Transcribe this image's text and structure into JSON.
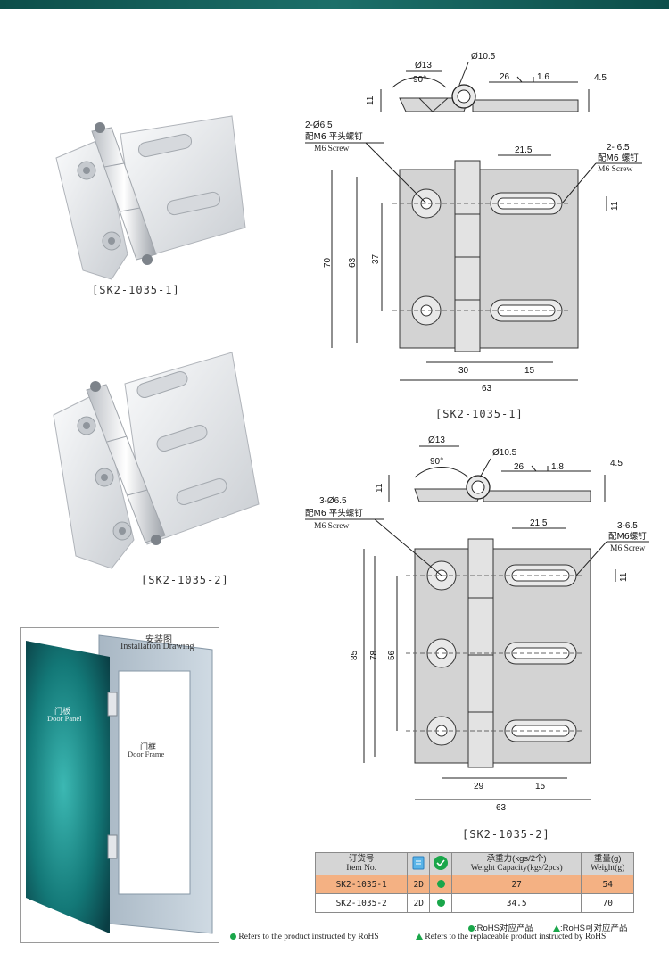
{
  "products": {
    "p1": {
      "caption": "[SK2-1035-1]",
      "drawing_caption": "[SK2-1035-1]"
    },
    "p2": {
      "caption": "[SK2-1035-2]",
      "drawing_caption": "[SK2-1035-2]"
    }
  },
  "drawing1": {
    "d_hole": "Ø13",
    "angle": "90°",
    "d_pin": "Ø10.5",
    "d26": "26",
    "d16": "1.6",
    "d45": "4.5",
    "d11": "11",
    "left_label": {
      "l1": "2-Ø6.5",
      "l2": "配M6 平头螺钉",
      "l3": "M6 Screw"
    },
    "right_label": {
      "l1": "2- 6.5",
      "l2": "配M6 螺钉",
      "l3": "M6 Screw"
    },
    "d215": "21.5",
    "d11b": "11",
    "d70": "70",
    "d63v": "63",
    "d37": "37",
    "d30": "30",
    "d15": "15",
    "d63h": "63"
  },
  "drawing2": {
    "d_hole": "Ø13",
    "angle": "90°",
    "d_pin": "Ø10.5",
    "d26": "26",
    "d18": "1.8",
    "d45": "4.5",
    "d11": "11",
    "left_label": {
      "l1": "3-Ø6.5",
      "l2": "配M6 平头螺钉",
      "l3": "M6 Screw"
    },
    "right_label": {
      "l1": "3-6.5",
      "l2": "配M6螺钉",
      "l3": "M6 Screw"
    },
    "d215": "21.5",
    "d11b": "11",
    "d85": "85",
    "d78": "78",
    "d56": "56",
    "d29": "29",
    "d15": "15",
    "d63h": "63"
  },
  "installation": {
    "title_cn": "安装图",
    "title_en": "Installation Drawing",
    "panel_cn": "门板",
    "panel_en": "Door Panel",
    "frame_cn": "门框",
    "frame_en": "Door Frame"
  },
  "table": {
    "headers": {
      "item_cn": "订货号",
      "item_en": "Item No.",
      "cap_cn": "承重力(kgs/2个)",
      "cap_en": "Weight Capacity(kgs/2pcs)",
      "wt_cn": "重量(g)",
      "wt_en": "Weight(g)"
    },
    "rows": [
      {
        "item": "SK2-1035-1",
        "code": "2D",
        "capacity": "27",
        "weight": "54"
      },
      {
        "item": "SK2-1035-2",
        "code": "2D",
        "capacity": "34.5",
        "weight": "70"
      }
    ]
  },
  "legend": {
    "rohs_cn": ":RoHS对应产品",
    "rohs_rep_cn": ":RoHS可对应产品",
    "rohs_en": "Refers to the product instructed by RoHS",
    "rohs_rep_en": "Refers to the replaceable product instructed by RoHS"
  },
  "colors": {
    "accent": "#1c6f69",
    "highlight_row": "#f4b183",
    "rohs_green": "#1aa64a"
  }
}
